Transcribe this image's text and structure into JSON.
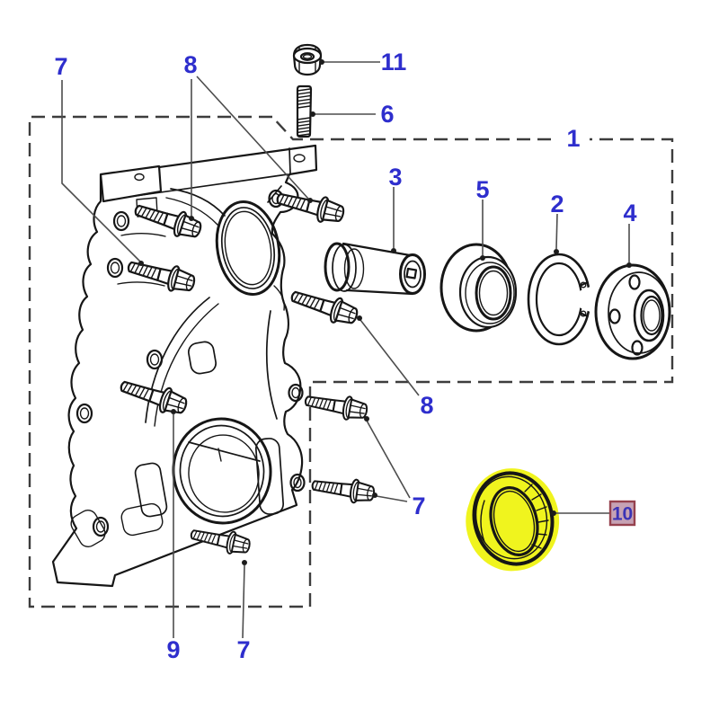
{
  "diagram": {
    "type": "exploded-parts-diagram",
    "description": "Engine front timing cover exploded view with numbered callouts",
    "callouts": [
      {
        "id": "7-top-left",
        "label": "7",
        "points_to": "cover-bolt-upper"
      },
      {
        "id": "8-top",
        "label": "8",
        "points_to": "cover-bolts"
      },
      {
        "id": "11",
        "label": "11",
        "points_to": "hex-nut"
      },
      {
        "id": "6",
        "label": "6",
        "points_to": "stud"
      },
      {
        "id": "1",
        "label": "1",
        "points_to": "assembly-group-box"
      },
      {
        "id": "3",
        "label": "3",
        "points_to": "spacer-bush"
      },
      {
        "id": "5",
        "label": "5",
        "points_to": "bearing"
      },
      {
        "id": "2",
        "label": "2",
        "points_to": "circlip"
      },
      {
        "id": "4",
        "label": "4",
        "points_to": "hub-flange"
      },
      {
        "id": "8-right",
        "label": "8",
        "points_to": "flange-bolt"
      },
      {
        "id": "7-right",
        "label": "7",
        "points_to": "flange-bolts-boxed"
      },
      {
        "id": "9",
        "label": "9",
        "points_to": "cover-bolt-mid"
      },
      {
        "id": "7-bottom",
        "label": "7",
        "points_to": "cover-bolt-bottom"
      },
      {
        "id": "10",
        "label": "10",
        "points_to": "oil-seal",
        "highlighted": true
      }
    ],
    "colors": {
      "label_blue": "#2e2ecd",
      "line_art": "#161616",
      "callout_line_gray": "#4d4d4d",
      "dashed_box": "#3d3d3d",
      "highlight_yellow": "#f0f41e",
      "highlight_label_bg": "#c6a2b4",
      "highlight_label_border": "#96424e",
      "highlight_label_text": "#3b33b5",
      "background": "#ffffff"
    }
  }
}
